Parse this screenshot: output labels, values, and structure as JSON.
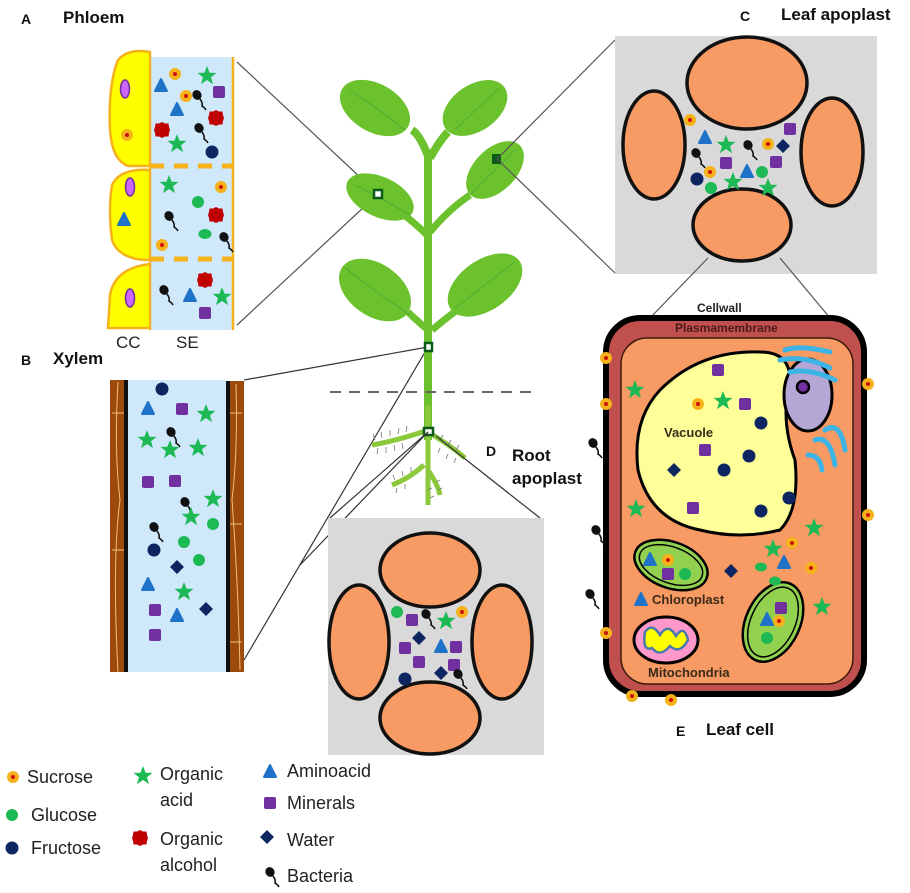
{
  "panels": {
    "A": {
      "letter": "A",
      "title": "Phloem",
      "sub_labels": [
        "CC",
        "SE"
      ]
    },
    "B": {
      "letter": "B",
      "title": "Xylem"
    },
    "C": {
      "letter": "C",
      "title": "Leaf apoplast"
    },
    "D": {
      "letter": "D",
      "title_line1": "Root",
      "title_line2": "apoplast"
    },
    "E": {
      "letter": "E",
      "title": "Leaf cell",
      "organelles": {
        "cellwall": "Cellwall",
        "plasmamembrane": "Plasmamembrane",
        "vacuole": "Vacuole",
        "chloroplast": "Chloroplast",
        "mitochondria": "Mitochondria"
      }
    }
  },
  "legend": [
    {
      "icon": "sucrose-icon",
      "label": "Sucrose",
      "color": "#f5b21a"
    },
    {
      "icon": "glucose-icon",
      "label": "Glucose",
      "color": "#1db954"
    },
    {
      "icon": "fructose-icon",
      "label": "Fructose",
      "color": "#0d2560"
    },
    {
      "icon": "organic-acid-icon",
      "label_line1": "Organic",
      "label_line2": "acid",
      "color": "#1db954"
    },
    {
      "icon": "organic-alcohol-icon",
      "label_line1": "Organic",
      "label_line2": "alcohol",
      "color": "#c00000"
    },
    {
      "icon": "aminoacid-icon",
      "label": "Aminoacid",
      "color": "#1e73c8"
    },
    {
      "icon": "minerals-icon",
      "label": "Minerals",
      "color": "#7030a0"
    },
    {
      "icon": "water-icon",
      "label": "Water",
      "color": "#0d2560"
    },
    {
      "icon": "bacteria-icon",
      "label": "Bacteria",
      "color": "#111111"
    }
  ],
  "colors": {
    "plant_green": "#6cc22c",
    "apoplast_bg": "#d9d9d9",
    "cell_orange": "#f79a63",
    "phloem_se": "#cfe9fb",
    "companion_cell": "#ffff00",
    "xylem_wall": "#9c4a0d",
    "leaf_cell_wall": "#c0504d",
    "vacuole": "#ffff99",
    "nucleus": "#b4a7d6",
    "er": "#3cb4e6"
  }
}
